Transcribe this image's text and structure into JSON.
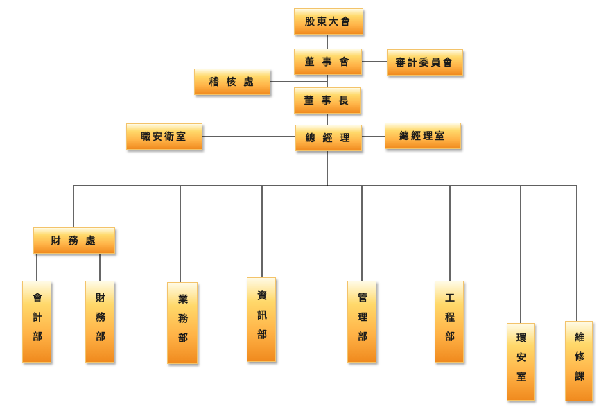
{
  "org": {
    "shareholders": "股東大會",
    "board": "董 事 會",
    "audit_committee": "審計委員會",
    "audit_office": "稽 核 處",
    "chairman": "董 事 長",
    "safety_office": "職安衛室",
    "president": "總 經 理",
    "president_office": "總經理室",
    "finance_division": "財 務 處",
    "accounting_dept": "會計部",
    "finance_dept": "財務部",
    "business_dept": "業務部",
    "it_dept": "資訊部",
    "management_dept": "管理部",
    "engineering_dept": "工程部",
    "env_safety_office": "環安室",
    "maintenance_section": "維修課"
  },
  "colors": {
    "box_top": "#fffbe6",
    "box_mid": "#ffb347",
    "box_bottom": "#f08a1e",
    "connector": "#000000"
  }
}
